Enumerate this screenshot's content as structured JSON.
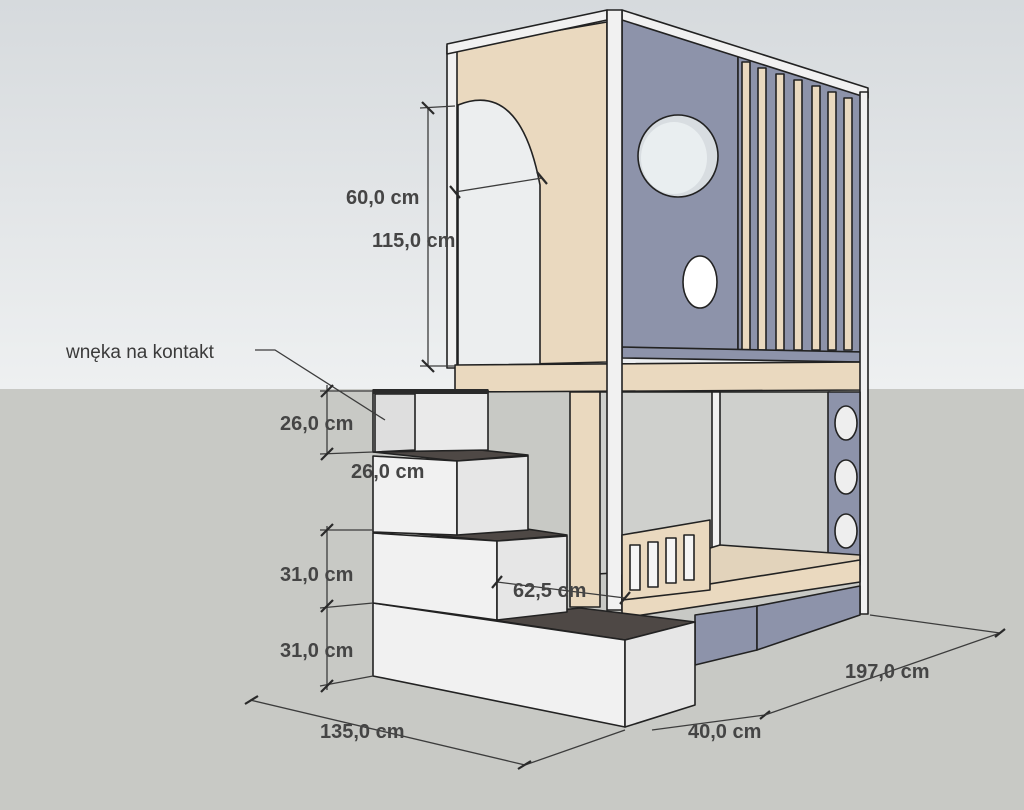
{
  "scene": {
    "title": "bunk bed with stair storage",
    "colors": {
      "sky": "#e1e4e6",
      "ground": "#c8c9c5",
      "plywood": "#ead9bf",
      "panel_blue": "#8d93aa",
      "white": "#f1f1f1",
      "step_top": "#4e4845",
      "dimension": "#454545"
    }
  },
  "annotations": {
    "note": "wnęka na kontakt",
    "dims": {
      "arch_width": "60,0 cm",
      "upper_height": "115,0 cm",
      "step_top_height": "26,0 cm",
      "step_depth": "26,0 cm",
      "step_mid_height": "31,0 cm",
      "step_low_height": "31,0 cm",
      "step_width": "62,5 cm",
      "stairs_length": "135,0 cm",
      "stairs_depth": "40,0 cm",
      "bed_length": "197,0 cm"
    }
  }
}
